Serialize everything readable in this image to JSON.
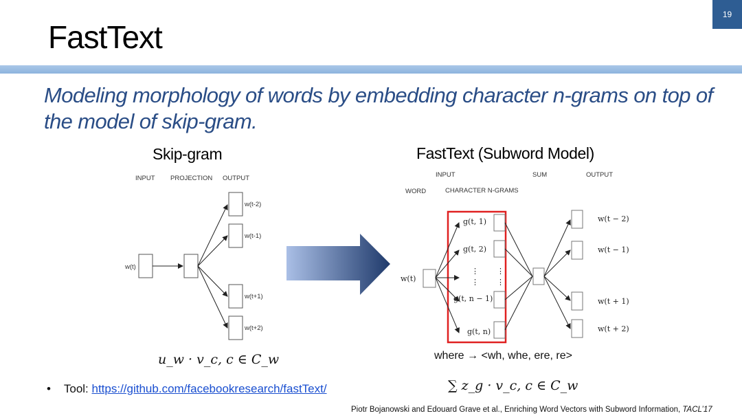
{
  "slide_number": "19",
  "title": "FastText",
  "subtitle": "Modeling morphology of words by embedding character n-grams on top of the model of skip-gram.",
  "skipgram": {
    "heading": "Skip-gram",
    "col_input": "INPUT",
    "col_projection": "PROJECTION",
    "col_output": "OUTPUT",
    "input_word": "w(t)",
    "outputs": [
      "w(t-2)",
      "w(t-1)",
      "w(t+1)",
      "w(t+2)"
    ],
    "formula": "u_w · v_c, c ∈ C_w"
  },
  "fasttext": {
    "heading": "FastText (Subword Model)",
    "col_input": "INPUT",
    "col_sum": "SUM",
    "col_output": "OUTPUT",
    "col_word": "WORD",
    "col_ngrams": "CHARACTER N-GRAMS",
    "input_word": "w(t)",
    "ngrams": [
      "g(t, 1)",
      "g(t, 2)",
      "g(t, n − 1)",
      "g(t, n)"
    ],
    "outputs": [
      "w(t − 2)",
      "w(t − 1)",
      "w(t + 1)",
      "w(t + 2)"
    ],
    "where_text": "where  → <wh, whe, ere, re>",
    "formula": "∑ z_g · v_c, c ∈ C_w",
    "highlight_color": "#e02020"
  },
  "arrow_colors": [
    "#aabfe6",
    "#1f3a6b"
  ],
  "tool": {
    "label": "Tool: ",
    "url": "https://github.com/facebookresearch/fastText/"
  },
  "citation": {
    "text": "Piotr Bojanowski and Edouard Grave et al., Enriching Word Vectors with Subword Information, ",
    "venue": "TACL’17"
  }
}
